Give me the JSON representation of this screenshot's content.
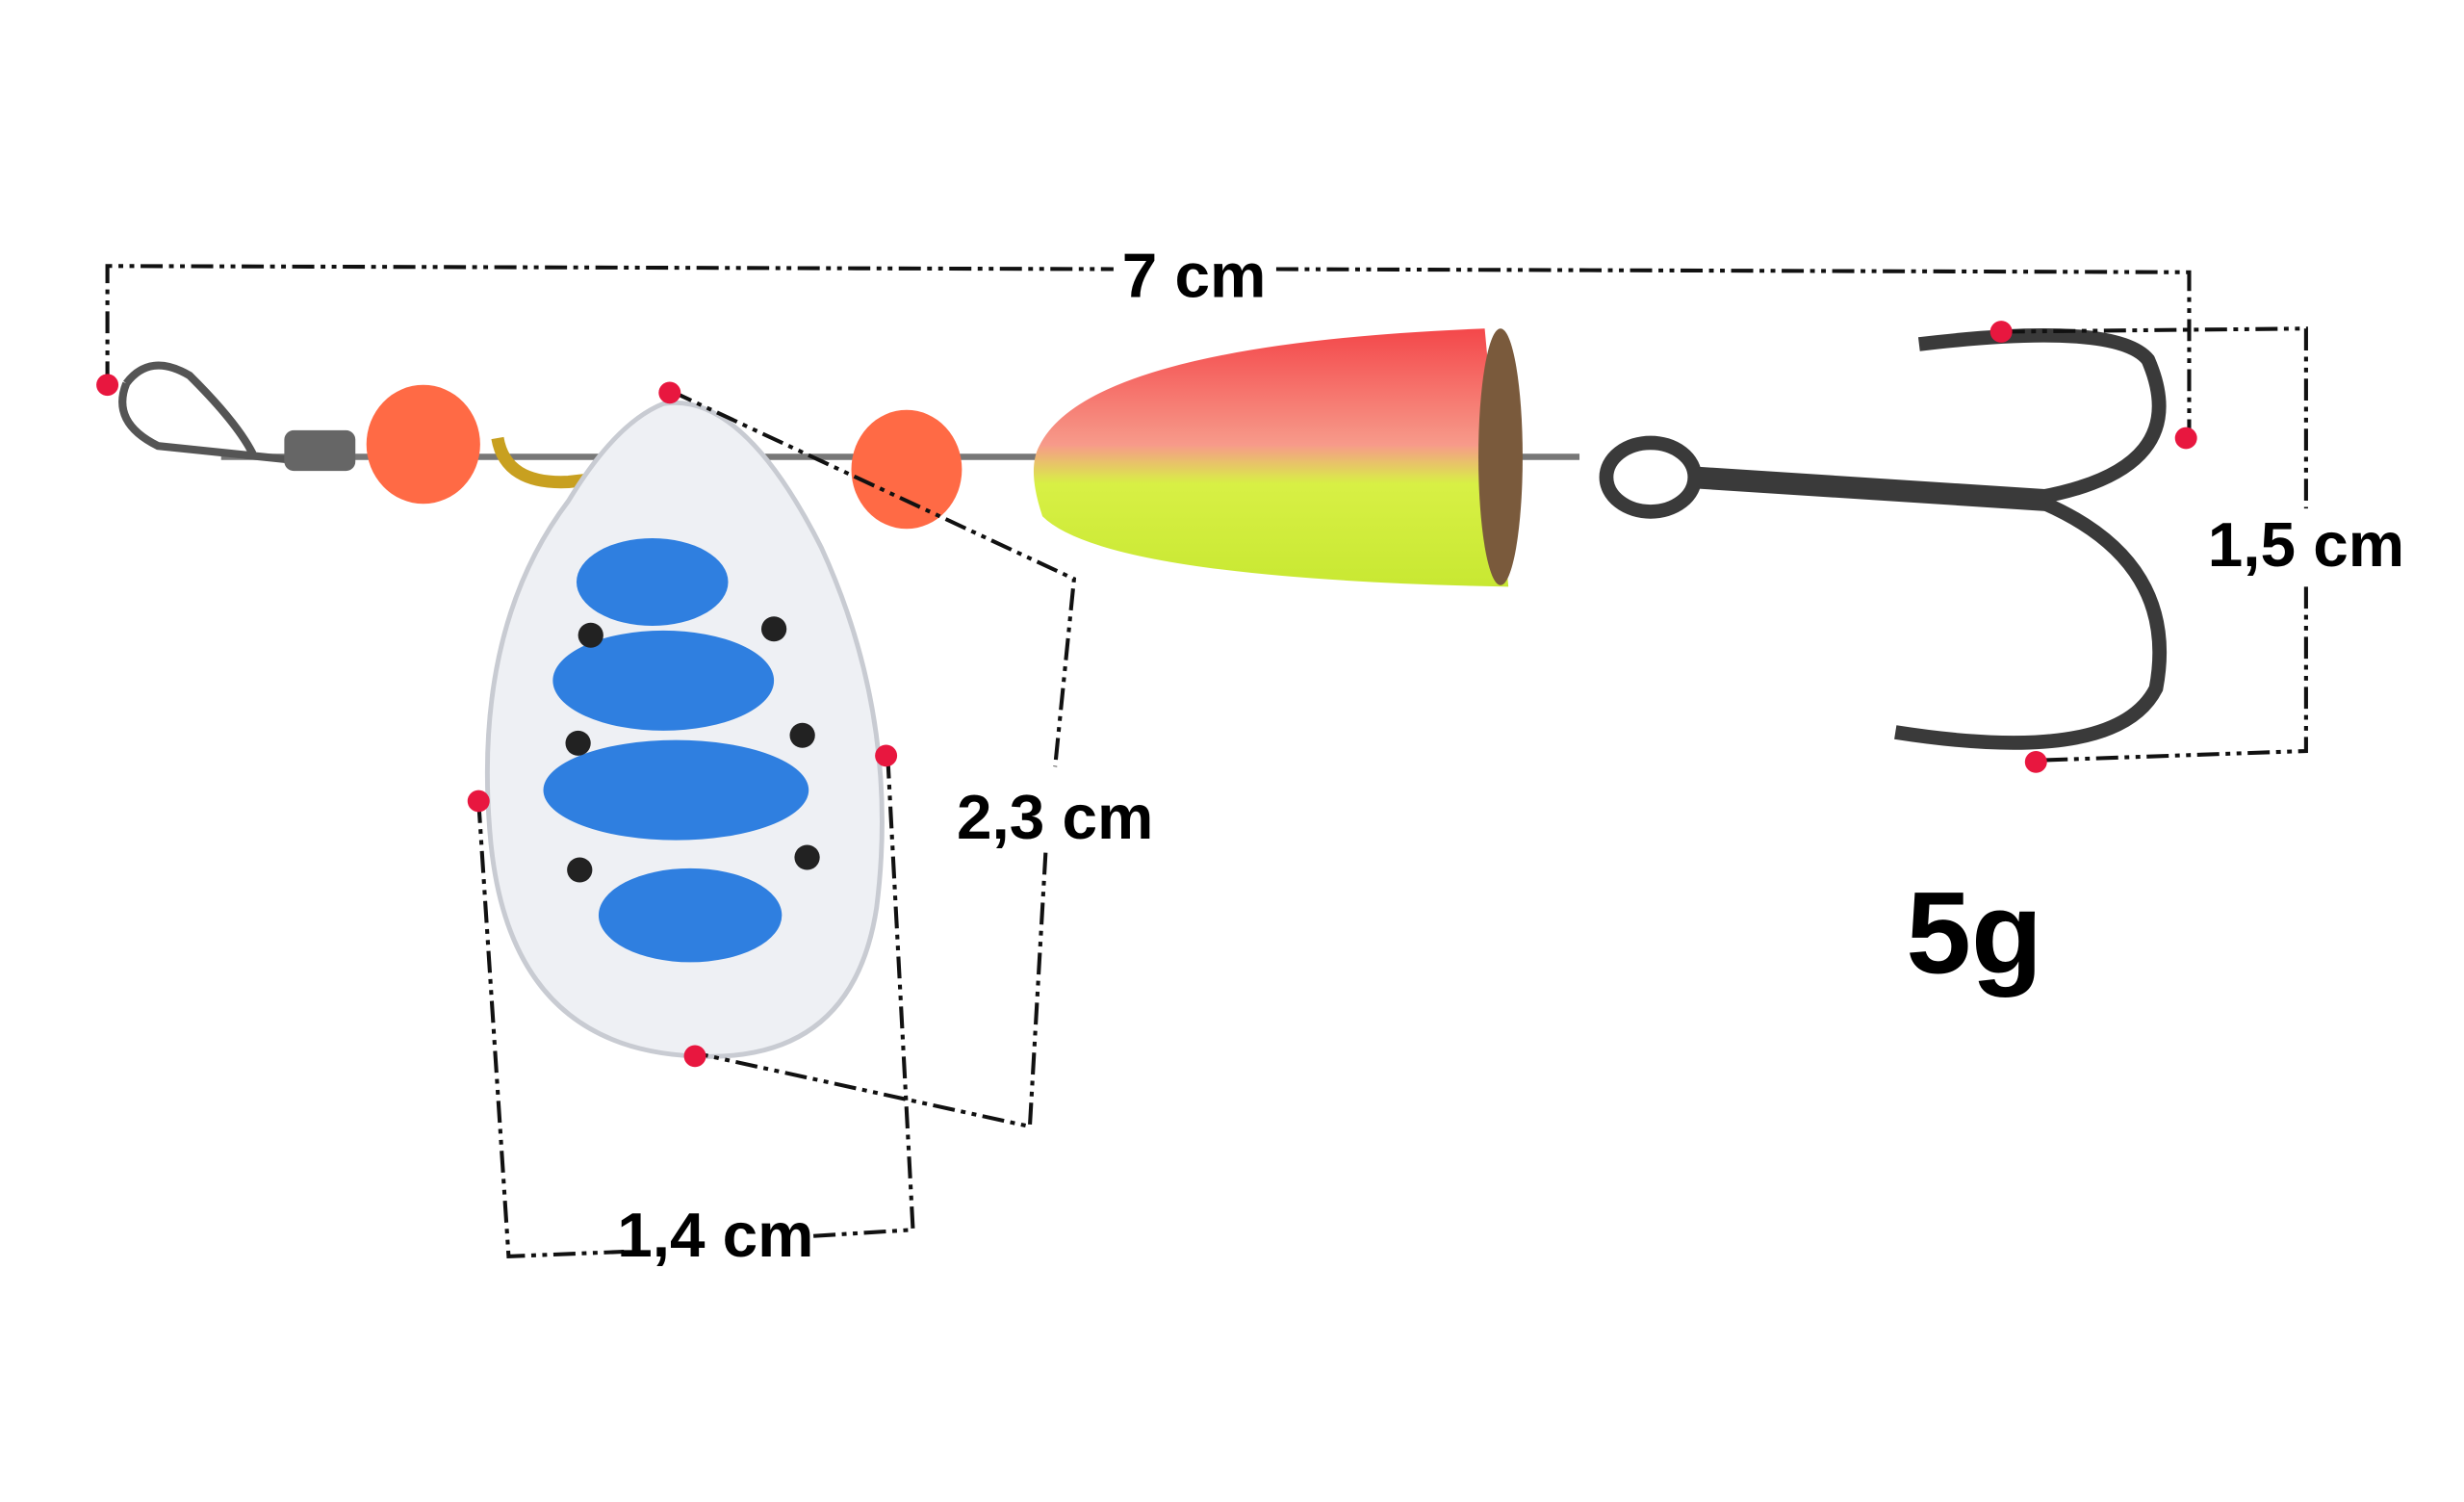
{
  "dimensions": {
    "total_length": "7 cm",
    "blade_length": "2,3 cm",
    "blade_width": "1,4 cm",
    "hook_height": "1,5 cm"
  },
  "weight": "5g",
  "colors": {
    "marker": "#e8173f",
    "bead": "#ff6a45",
    "body_top": "#f4474a",
    "body_bottom": "#d4f03a",
    "blade": "#eef0f4",
    "blade_spots": "#2f7fe0"
  }
}
